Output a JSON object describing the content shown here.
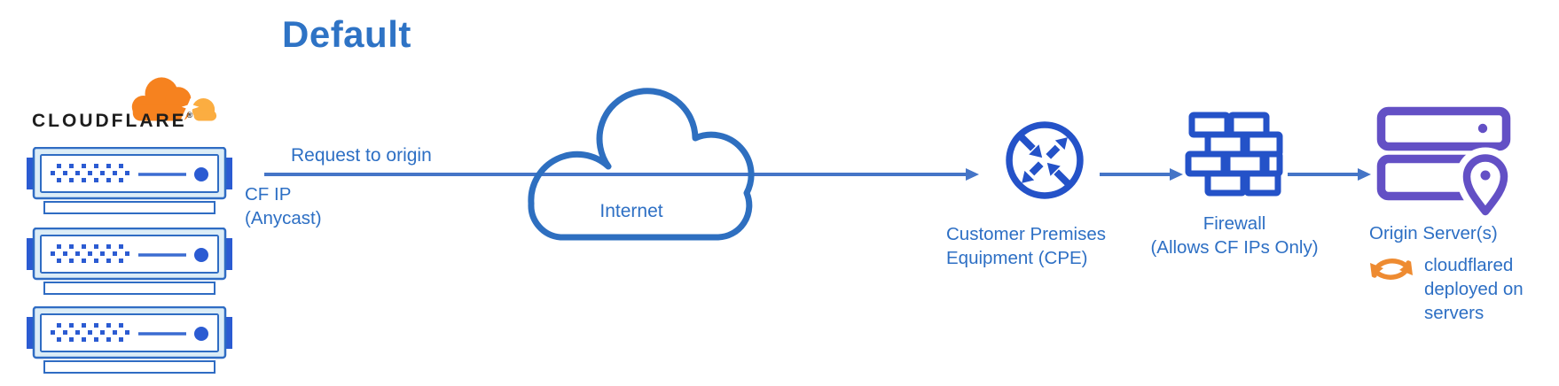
{
  "diagram_title": "Default",
  "cloudflare": {
    "wordmark": "CLOUDFLARE",
    "registered_mark": "®"
  },
  "edge_connection": {
    "arrow_label": "Request to origin",
    "source_label_line1": "CF IP",
    "source_label_line2": "(Anycast)"
  },
  "internet": {
    "label": "Internet"
  },
  "cpe": {
    "label_line1": "Customer Premises",
    "label_line2": "Equipment (CPE)"
  },
  "firewall": {
    "label_line1": "Firewall",
    "label_line2": "(Allows CF IPs Only)"
  },
  "origin": {
    "label": "Origin Server(s)",
    "note_line1": "cloudflared",
    "note_line2": "deployed on",
    "note_line3": "servers"
  },
  "icons": {
    "cloudflare_cloud": "cloudflare-cloud-icon",
    "edge_server_stack": "edge-server-icon",
    "internet_cloud": "internet-cloud-icon",
    "cpe_router": "cpe-router-icon",
    "firewall_bricks": "firewall-brick-icon",
    "origin_servers": "origin-server-icon",
    "location_pin": "location-pin-icon",
    "cloudflared_sync": "sync-arrows-icon"
  },
  "colors": {
    "icon_blue": "#2452C8",
    "text_blue": "#2D6FC4",
    "title_blue": "#2E73C5",
    "arrow_blue": "#4575C7",
    "cloud_outline_blue": "#2E6FC0",
    "server_fill_blue": "#DCEDF7",
    "server_border_blue": "#2F6CC3",
    "server_accent_blue": "#2B5BD2",
    "origin_purple": "#6350C5",
    "cloudflare_orange": "#F6821F",
    "cloudflare_light_orange": "#FBAD41",
    "sync_orange": "#EE8B31",
    "wordmark_black": "#1D1D1D"
  }
}
